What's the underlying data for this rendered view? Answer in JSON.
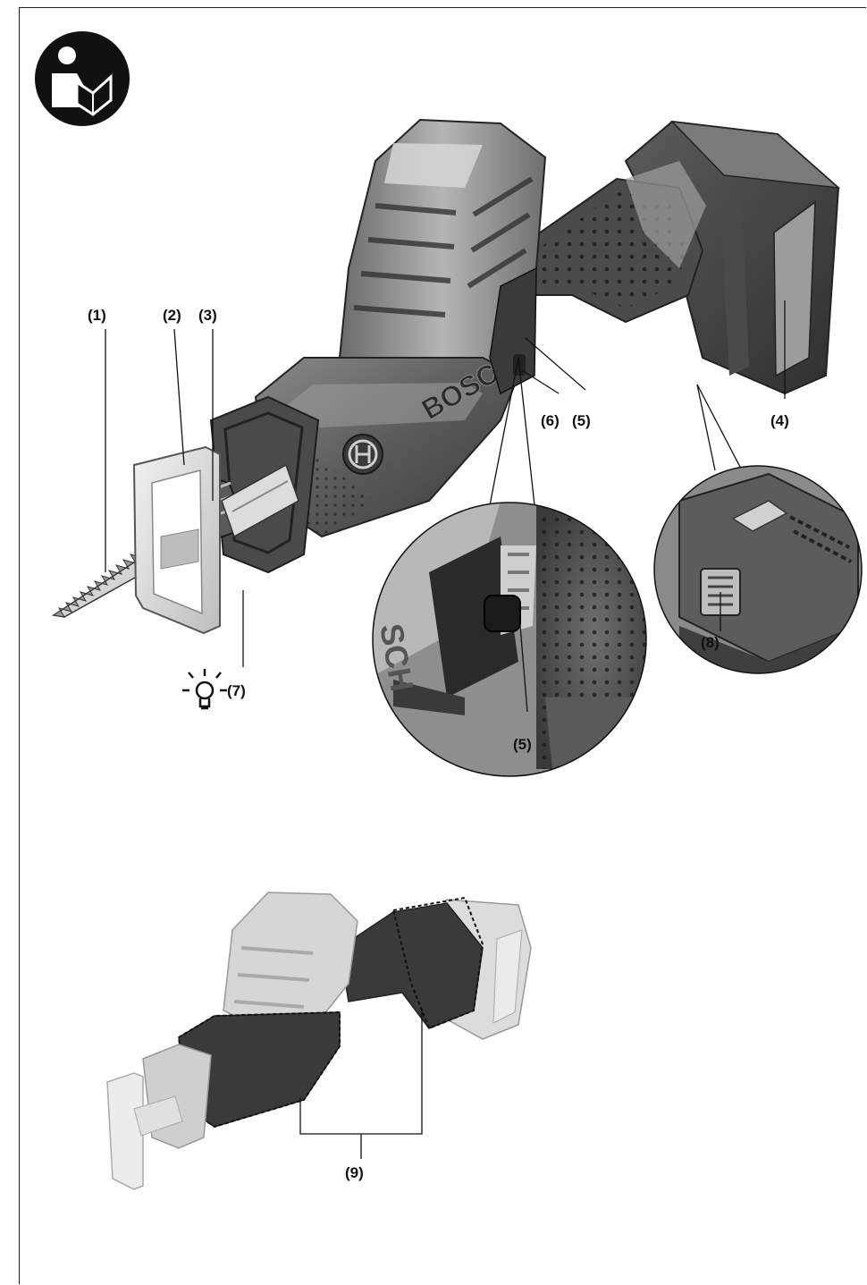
{
  "icons": {
    "manual": "read-manual-icon",
    "light": "work-light-icon"
  },
  "brand": {
    "name": "BOSCH",
    "emblem": "bosch-armature-logo"
  },
  "callouts": {
    "c1": "(1)",
    "c2": "(2)",
    "c3": "(3)",
    "c4": "(4)",
    "c5_top": "(5)",
    "c6": "(6)",
    "c5_zoom": "(5)",
    "c7": "(7)",
    "c8": "(8)",
    "c9": "(9)"
  },
  "colors": {
    "ink": "#111111",
    "tool_dark": "#3c3c3c",
    "tool_mid": "#6e6e6e",
    "tool_light": "#c9c9c9",
    "grip_highlight": "#2e2e2e"
  }
}
